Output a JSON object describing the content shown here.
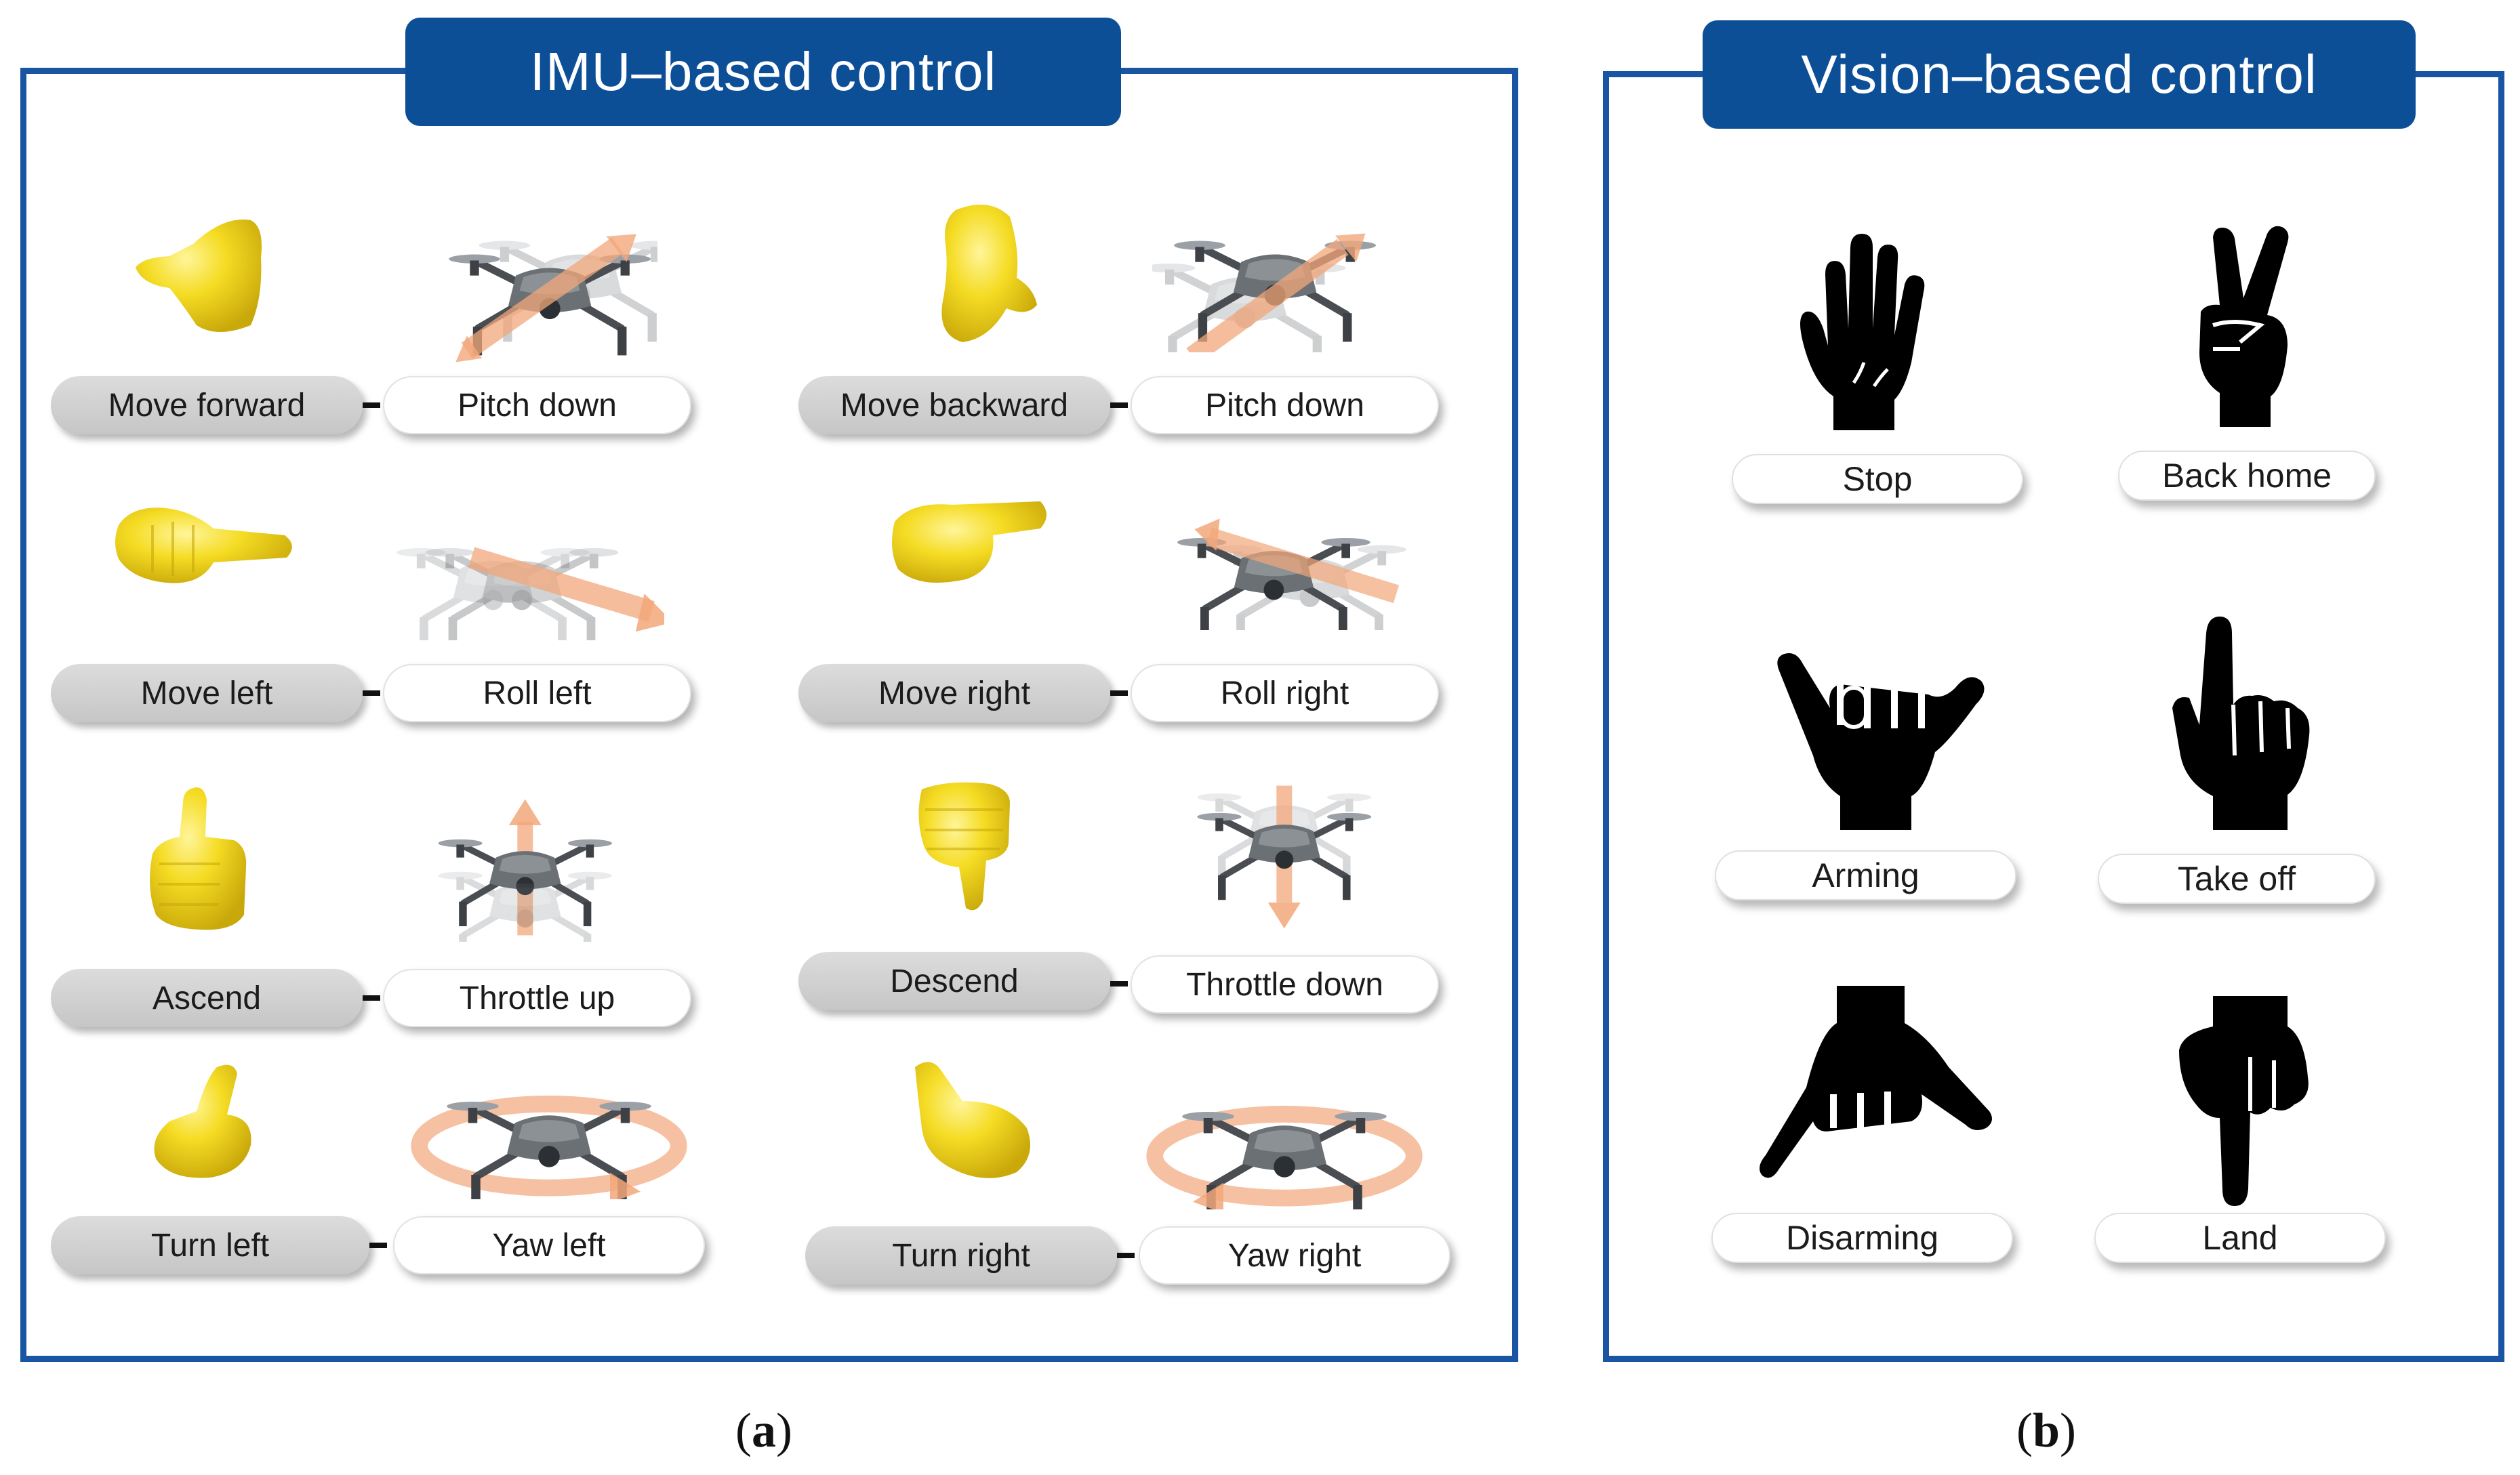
{
  "imu_panel": {
    "title": "IMU–based control",
    "gestures": [
      {
        "gesture": "Move forward",
        "action": "Pitch down"
      },
      {
        "gesture": "Move backward",
        "action": "Pitch down"
      },
      {
        "gesture": "Move left",
        "action": "Roll left"
      },
      {
        "gesture": "Move right",
        "action": "Roll right"
      },
      {
        "gesture": "Ascend",
        "action": "Throttle up"
      },
      {
        "gesture": "Descend",
        "action": "Throttle down"
      },
      {
        "gesture": "Turn left",
        "action": "Yaw left"
      },
      {
        "gesture": "Turn right",
        "action": "Yaw right"
      }
    ]
  },
  "vision_panel": {
    "title": "Vision–based control",
    "gestures": [
      "Stop",
      "Back home",
      "Arming",
      "Take off",
      "Disarming",
      "Land"
    ]
  },
  "captions": {
    "a": {
      "open": "(",
      "letter": "a",
      "close": ")"
    },
    "b": {
      "open": "(",
      "letter": "b",
      "close": ")"
    }
  },
  "colors": {
    "frame": "#1a55a3",
    "title_bg": "#0d4f97",
    "hand_yellow": "#f3d51f",
    "arrow_orange": "#f2a77a",
    "drone_gray": "#5f6469"
  },
  "icons": [
    "hand-forward-icon",
    "hand-backward-icon",
    "hand-left-icon",
    "hand-right-icon",
    "thumbs-up-icon",
    "thumbs-down-icon",
    "turn-left-hand-icon",
    "turn-right-hand-icon",
    "drone-icon",
    "open-palm-icon",
    "peace-sign-icon",
    "shaka-icon",
    "pointing-up-icon",
    "shaka-down-icon",
    "pointing-down-icon"
  ]
}
